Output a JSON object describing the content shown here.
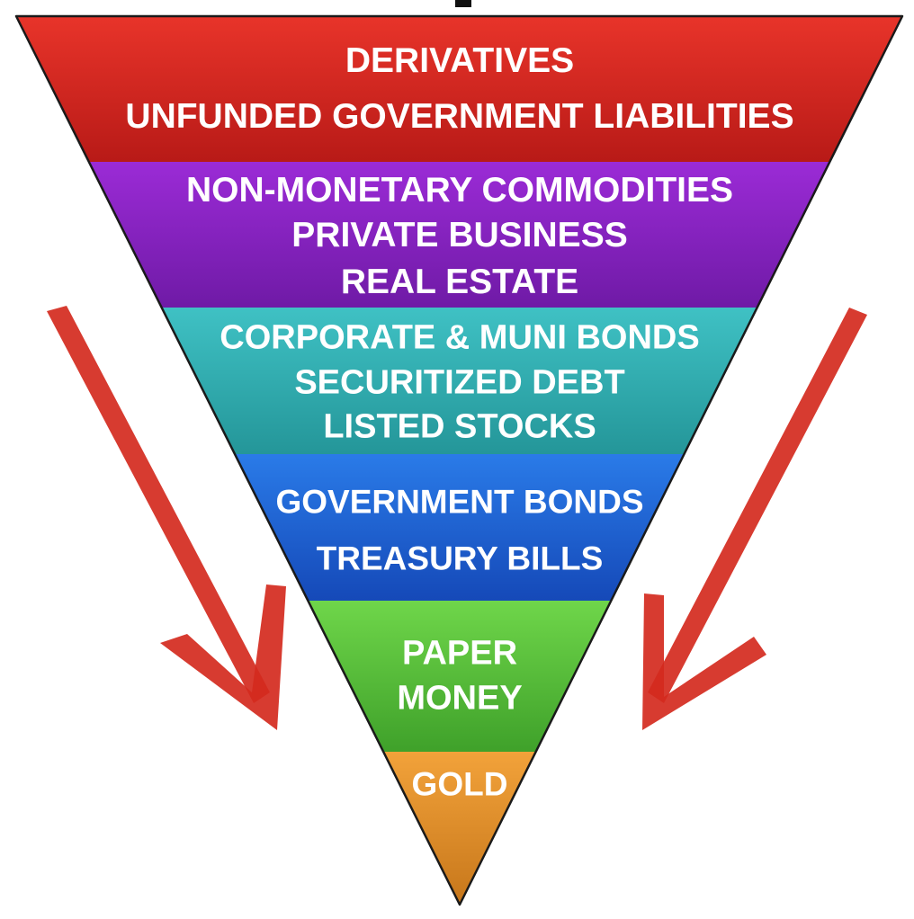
{
  "diagram": {
    "colors": {
      "outline": "#1a1a1a",
      "arrow": "#d42a1e",
      "text": "#ffffff"
    },
    "tiers": [
      {
        "id": "derivatives",
        "color_top": "#e8342a",
        "color_bottom": "#b81a17",
        "lines": [
          "DERIVATIVES",
          "UNFUNDED GOVERNMENT LIABILITIES"
        ]
      },
      {
        "id": "non-monetary",
        "color_top": "#9b2bd6",
        "color_bottom": "#6f1aa6",
        "lines": [
          "NON-MONETARY COMMODITIES",
          "PRIVATE BUSINESS",
          "REAL ESTATE"
        ]
      },
      {
        "id": "corporate",
        "color_top": "#3fc1c4",
        "color_bottom": "#249699",
        "lines": [
          "CORPORATE & MUNI BONDS",
          "SECURITIZED DEBT",
          "LISTED STOCKS"
        ]
      },
      {
        "id": "government",
        "color_top": "#2a7be8",
        "color_bottom": "#1549b8",
        "lines": [
          "GOVERNMENT BONDS",
          "TREASURY BILLS"
        ]
      },
      {
        "id": "paper-money",
        "color_top": "#6fd64a",
        "color_bottom": "#3fa12a",
        "lines": [
          "PAPER",
          "MONEY"
        ]
      },
      {
        "id": "gold",
        "color_top": "#f2a23a",
        "color_bottom": "#c7771b",
        "lines": [
          "GOLD"
        ]
      }
    ],
    "arrows": [
      {
        "id": "left-arrow",
        "direction": "down-right"
      },
      {
        "id": "right-arrow",
        "direction": "down-left"
      }
    ]
  }
}
